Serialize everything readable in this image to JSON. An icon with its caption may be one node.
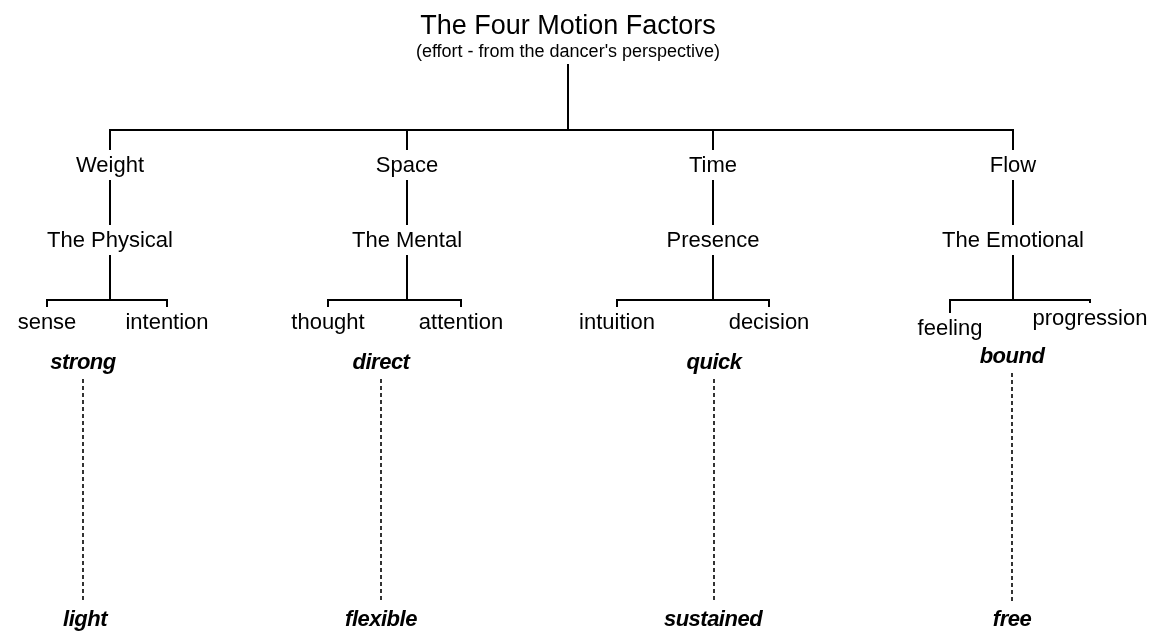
{
  "diagram": {
    "nodes": [
      {
        "text": [
          "The Four Motion Factors",
          "(effort - from the dancer's perspective)"
        ]
      },
      {
        "text": [
          "Weight"
        ]
      },
      {
        "text": [
          "Space"
        ]
      },
      {
        "text": [
          "Time"
        ]
      },
      {
        "text": [
          "Flow"
        ]
      },
      {
        "text": [
          "The Physical"
        ]
      },
      {
        "text": [
          "The Mental"
        ]
      },
      {
        "text": [
          "Presence"
        ]
      },
      {
        "text": [
          "The Emotional"
        ]
      },
      {
        "text": [
          "sense"
        ]
      },
      {
        "text": [
          "intention"
        ]
      },
      {
        "text": [
          "thought"
        ]
      },
      {
        "text": [
          "attention"
        ]
      },
      {
        "text": [
          "intuition"
        ]
      },
      {
        "text": [
          "decision"
        ]
      },
      {
        "text": [
          "feeling"
        ]
      },
      {
        "text": [
          "progression"
        ]
      },
      {
        "text": [
          "strong"
        ]
      },
      {
        "text": [
          "direct"
        ]
      },
      {
        "text": [
          "quick"
        ]
      },
      {
        "text": [
          "bound"
        ]
      },
      {
        "text": [
          "light"
        ]
      },
      {
        "text": [
          "flexible"
        ]
      },
      {
        "text": [
          "sustained"
        ]
      },
      {
        "text": [
          "free"
        ]
      }
    ],
    "edges": [
      {
        "from": 0,
        "to": 1,
        "arrow": "none"
      },
      {
        "from": 0,
        "to": 2,
        "arrow": "none"
      },
      {
        "from": 0,
        "to": 3,
        "arrow": "none"
      },
      {
        "from": 0,
        "to": 4,
        "arrow": "none"
      },
      {
        "from": 1,
        "to": 5,
        "arrow": "none"
      },
      {
        "from": 2,
        "to": 6,
        "arrow": "none"
      },
      {
        "from": 3,
        "to": 7,
        "arrow": "none"
      },
      {
        "from": 4,
        "to": 8,
        "arrow": "none"
      },
      {
        "from": 5,
        "to": 9,
        "arrow": "none"
      },
      {
        "from": 5,
        "to": 10,
        "arrow": "none"
      },
      {
        "from": 6,
        "to": 11,
        "arrow": "none"
      },
      {
        "from": 6,
        "to": 12,
        "arrow": "none"
      },
      {
        "from": 7,
        "to": 13,
        "arrow": "none"
      },
      {
        "from": 7,
        "to": 14,
        "arrow": "none"
      },
      {
        "from": 8,
        "to": 15,
        "arrow": "none"
      },
      {
        "from": 8,
        "to": 16,
        "arrow": "none"
      },
      {
        "from": 17,
        "to": 21,
        "arrow": "none",
        "style": "dashed"
      },
      {
        "from": 18,
        "to": 22,
        "arrow": "none",
        "style": "dashed"
      },
      {
        "from": 19,
        "to": 23,
        "arrow": "none",
        "style": "dashed"
      },
      {
        "from": 20,
        "to": 24,
        "arrow": "none",
        "style": "dashed"
      }
    ]
  }
}
